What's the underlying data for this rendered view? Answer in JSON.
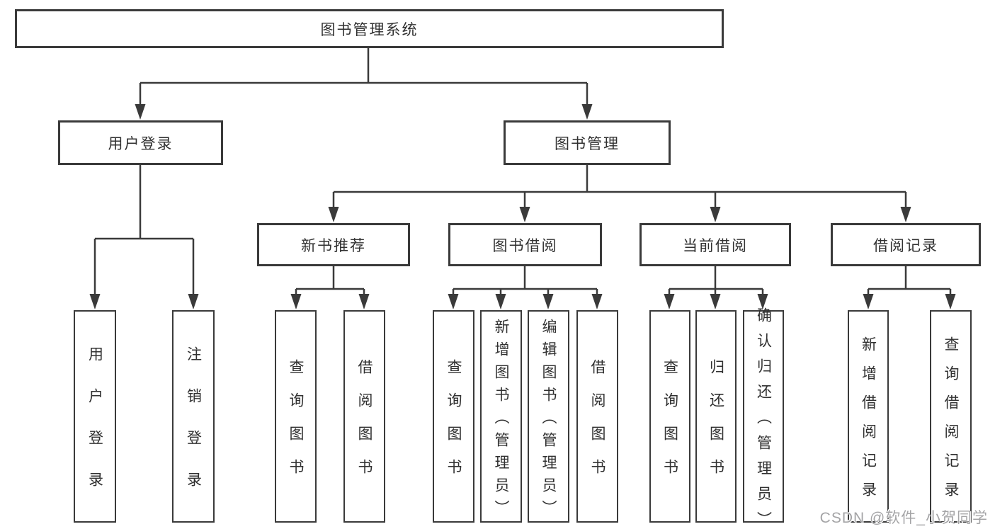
{
  "nodes": {
    "root": "图书管理系统",
    "l2": [
      "用户登录",
      "图书管理"
    ],
    "l3": [
      "新书推荐",
      "图书借阅",
      "当前借阅",
      "借阅记录"
    ],
    "leaves": {
      "login": [
        "用户登录",
        "注销登录"
      ],
      "recommend": [
        "查询图书",
        "借阅图书"
      ],
      "borrow": [
        "查询图书",
        "新增图书（管理员）",
        "编辑图书（管理员）",
        "借阅图书"
      ],
      "current": [
        "查询图书",
        "归还图书",
        "确认归还（管理员）"
      ],
      "records": [
        "新增借阅记录",
        "查询借阅记录"
      ]
    }
  },
  "watermark": {
    "text": "CSDN @软件_小贺同学"
  },
  "colors": {
    "line": "#3a3a3a",
    "box_border": "#3a3a3a",
    "box_bg": "#ffffff",
    "text": "#303030",
    "watermark": "#a4a4a6",
    "background": "#ffffff"
  }
}
